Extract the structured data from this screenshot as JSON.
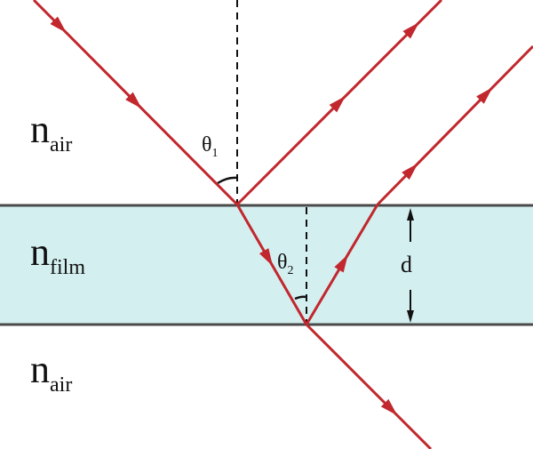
{
  "labels": {
    "n": "n",
    "air_top": "air",
    "film": "film",
    "air_bottom": "air",
    "theta": "θ",
    "theta1_sub": "1",
    "theta2_sub": "2",
    "thickness": "d"
  },
  "colors": {
    "ray": "#c1272d",
    "film": "#d4eff0",
    "interface": "#4a4a4a"
  }
}
